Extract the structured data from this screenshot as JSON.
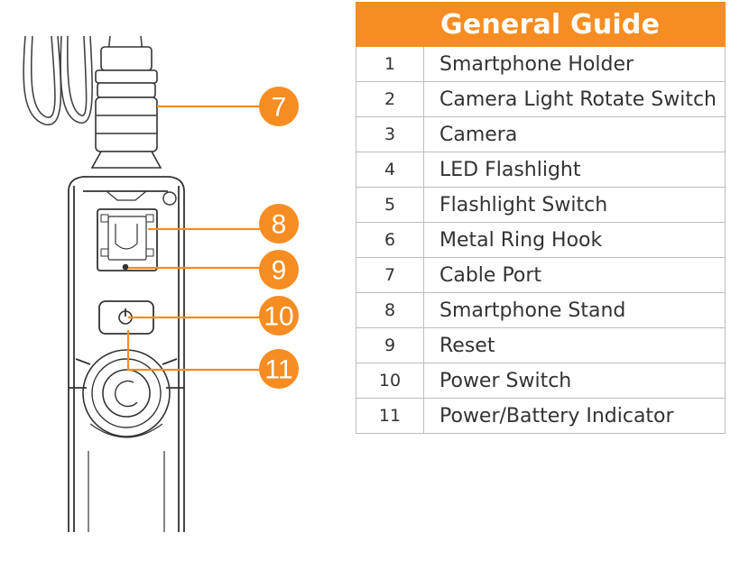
{
  "guide": {
    "title": "General Guide",
    "accent_color": "#f68d22",
    "items": [
      {
        "num": "1",
        "label": "Smartphone Holder"
      },
      {
        "num": "2",
        "label": "Camera Light Rotate Switch"
      },
      {
        "num": "3",
        "label": "Camera"
      },
      {
        "num": "4",
        "label": "LED Flashlight"
      },
      {
        "num": "5",
        "label": "Flashlight Switch"
      },
      {
        "num": "6",
        "label": "Metal Ring Hook"
      },
      {
        "num": "7",
        "label": "Cable Port"
      },
      {
        "num": "8",
        "label": "Smartphone Stand"
      },
      {
        "num": "9",
        "label": "Reset"
      },
      {
        "num": "10",
        "label": "Power Switch"
      },
      {
        "num": "11",
        "label": "Power/Battery Indicator"
      }
    ]
  },
  "callouts": {
    "c7": "7",
    "c8": "8",
    "c9": "9",
    "c10": "10",
    "c11": "11"
  }
}
